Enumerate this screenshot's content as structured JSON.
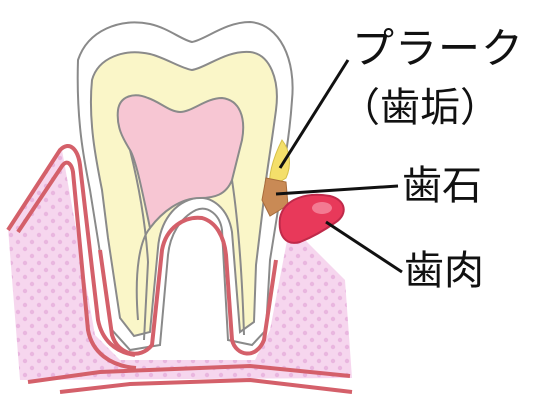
{
  "labels": {
    "plaque": "プラーク",
    "plaque_sub": "（歯垢）",
    "calculus": "歯石",
    "gum": "歯肉"
  },
  "colors": {
    "enamel": "#ffffff",
    "dentin": "#faf6c8",
    "pulp": "#f7c6d3",
    "gum": "#f6d6ee",
    "gum_outline": "#d4606a",
    "plaque": "#f4df6a",
    "calculus": "#c98a55",
    "swollen_gum": "#e8395a",
    "outline": "#8a8a8a",
    "leader": "#111111"
  }
}
